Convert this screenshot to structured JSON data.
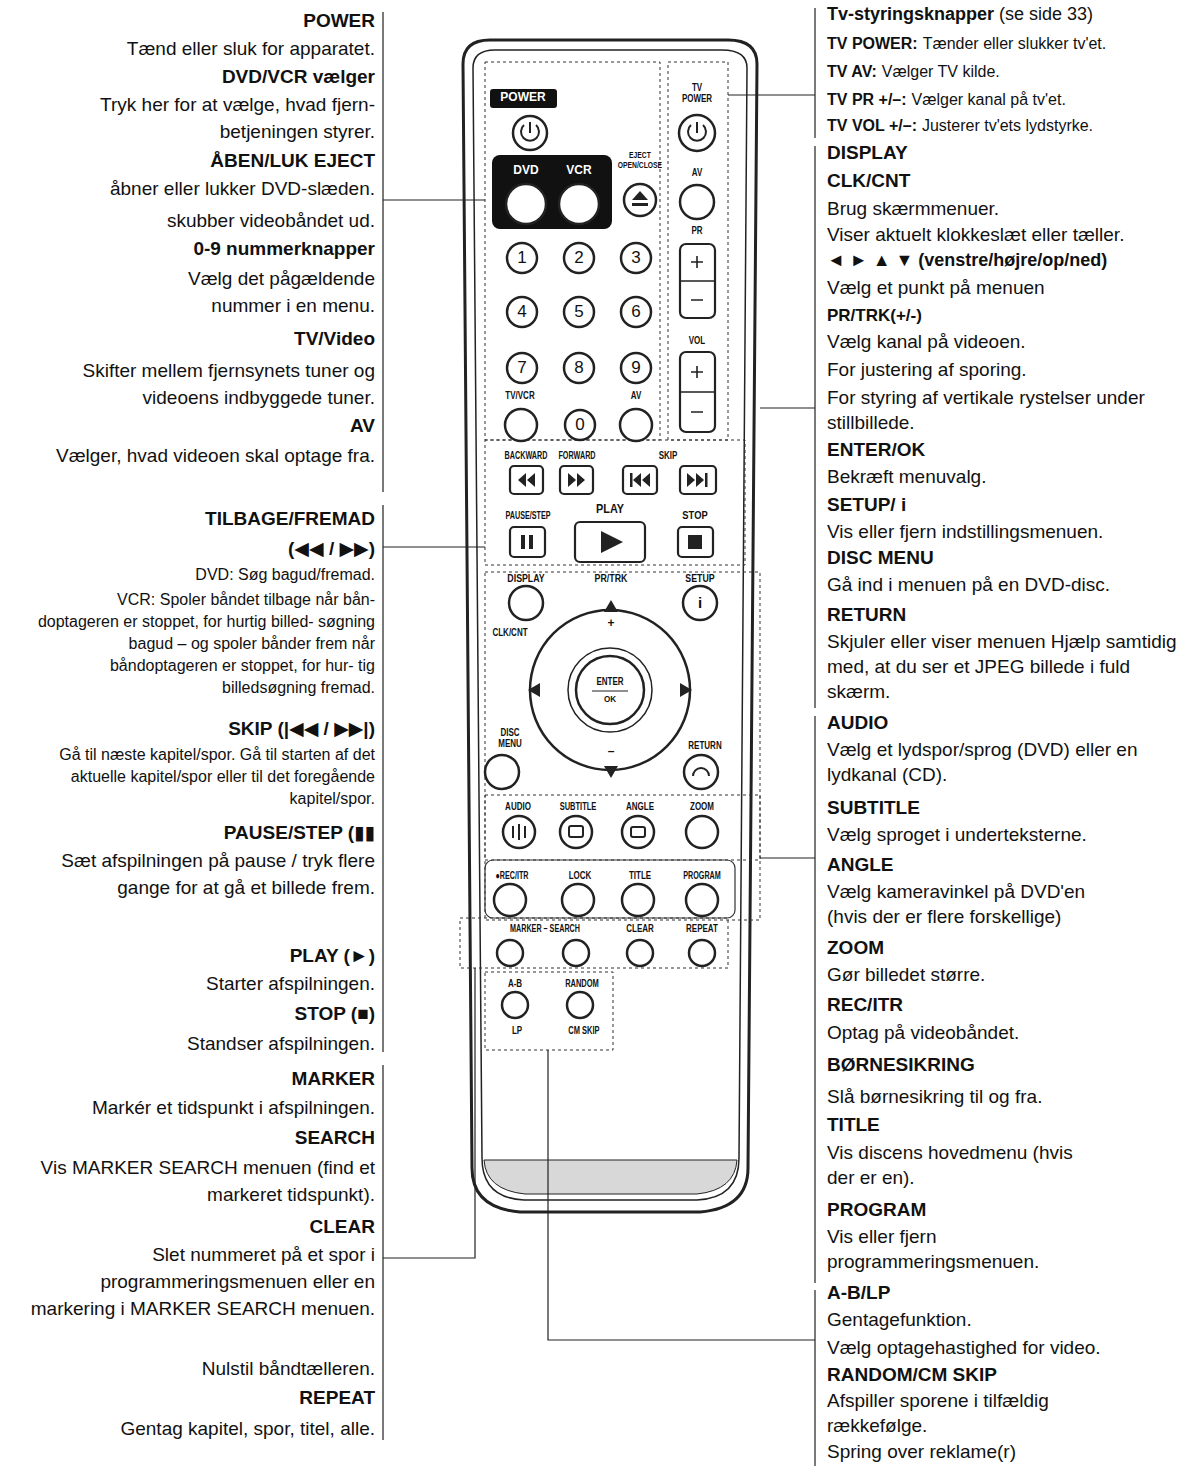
{
  "diagram": {
    "labels": [
      "POWER",
      "Tænd eller sluk for apparatet.",
      "DVD/VCR vælger",
      "Tryk her for at vælge, hvad fjern- betjeningen styrer.",
      "ÅBEN/LUK EJECT",
      "åbner eller lukker DVD-slæden.",
      "skubber videobåndet ud.",
      "0-9 nummerknapper",
      "Vælg det pågældende nummer i en menu.",
      "TV/Video",
      "Skifter mellem fjernsynets tuner og videoens indbyggede tuner.",
      "AV",
      "Vælger, hvad videoen skal optage fra.",
      "TILBAGE/FREMAD",
      "(◀◀ / ▶▶)",
      "DVD: Søg bagud/fremad.",
      "VCR: Spoler båndet tilbage når bån- doptageren er stoppet, for hurtig billed- søgning bagud – og spoler bånder frem når båndoptageren er stoppet, for hur- tig billedsøgning fremad.",
      "SKIP (|◀◀ / ▶▶|)",
      "Gå til næste kapitel/spor. Gå til starten af det aktuelle kapitel/spor eller til det foregående kapitel/spor.",
      "PAUSE/STEP (▮▮",
      "Sæt afspilningen på pause / tryk flere gange for at gå et billede frem.",
      "PLAY (►)",
      "Starter afspilningen.",
      "STOP (■)",
      "Standser afspilningen.",
      "MARKER",
      "Markér et tidspunkt i afspilningen.",
      "SEARCH",
      "Vis MARKER SEARCH menuen (find et markeret tidspunkt).",
      "CLEAR",
      "Slet nummeret på et spor i programmeringsmenuen eller en markering i MARKER SEARCH menuen.",
      "Nulstil båndtælleren.",
      "REPEAT",
      "Gentag kapitel, spor, titel, alle.",
      "POWER",
      "DVD",
      "VCR",
      "EJECT OPEN/CLOSE",
      "1",
      "2",
      "3",
      "4",
      "5",
      "6",
      "7",
      "8",
      "9",
      "TV/VCR",
      "0",
      "AV",
      "TV POWER",
      "AV",
      "PR",
      "VOL",
      "BACKWARD",
      "FORWARD",
      "SKIP",
      "PAUSE/STEP",
      "PLAY",
      "STOP",
      "DISPLAY",
      "PR/TRK",
      "SETUP",
      "i",
      "CLK/CNT",
      "+",
      "ENTER",
      "OK",
      "–",
      "DISC MENU",
      "RETURN",
      "AUDIO",
      "SUBTITLE",
      "ANGLE",
      "ZOOM",
      "●REC/ITR",
      "LOCK",
      "TITLE",
      "PROGRAM",
      "MARKER – SEARCH",
      "CLEAR",
      "REPEAT",
      "A-B",
      "RANDOM",
      "LP",
      "CM SKIP",
      "Tv-styringsknapper",
      "(se side 33)",
      "TV POWER:",
      "Tænder eller slukker tv'et.",
      "TV AV:",
      "Vælger TV kilde.",
      "TV PR +/–:",
      "Vælger kanal på tv'et.",
      "TV VOL +/–:",
      "Justerer tv'ets lydstyrke.",
      "DISPLAY",
      "CLK/CNT",
      "Brug skærmmenuer.",
      "Viser aktuelt klokkeslæt eller tæller.",
      "◄ ► ▲ ▼ (venstre/højre/op/ned)",
      "Vælg et punkt på menuen",
      "PR/TRK(+/-)",
      "Vælg kanal på videoen.",
      "For justering af sporing.",
      "For styring af vertikale rystelser under stillbillede.",
      "ENTER/OK",
      "Bekræft menuvalg.",
      "SETUP/ i",
      "Vis eller fjern indstillingsmenuen.",
      "DISC MENU",
      "Gå ind i menuen på en DVD-disc.",
      "RETURN",
      "Skjuler eller viser menuen Hjælp samtidig med, at du ser et JPEG billede i fuld skærm.",
      "AUDIO",
      "Vælg et lydspor/sprog (DVD) eller en lydkanal (CD).",
      "SUBTITLE",
      "Vælg sproget i underteksterne.",
      "ANGLE",
      "Vælg kameravinkel på DVD'en (hvis der er flere forskellige)",
      "ZOOM",
      "Gør billedet større.",
      "REC/ITR",
      "Optag på videobåndet.",
      "BØRNESIKRING",
      "Slå børnesikring til og fra.",
      "TITLE",
      "Vis discens hovedmenu (hvis der er en).",
      "PROGRAM",
      "Vis eller fjern programmeringsmenuen.",
      "A-B/LP",
      "Gentagefunktion.",
      "Vælg optagehastighed for video.",
      "RANDOM/CM SKIP",
      "Afspiller sporene i tilfældig rækkefølge.",
      "Spring over reklame(r)"
    ]
  }
}
